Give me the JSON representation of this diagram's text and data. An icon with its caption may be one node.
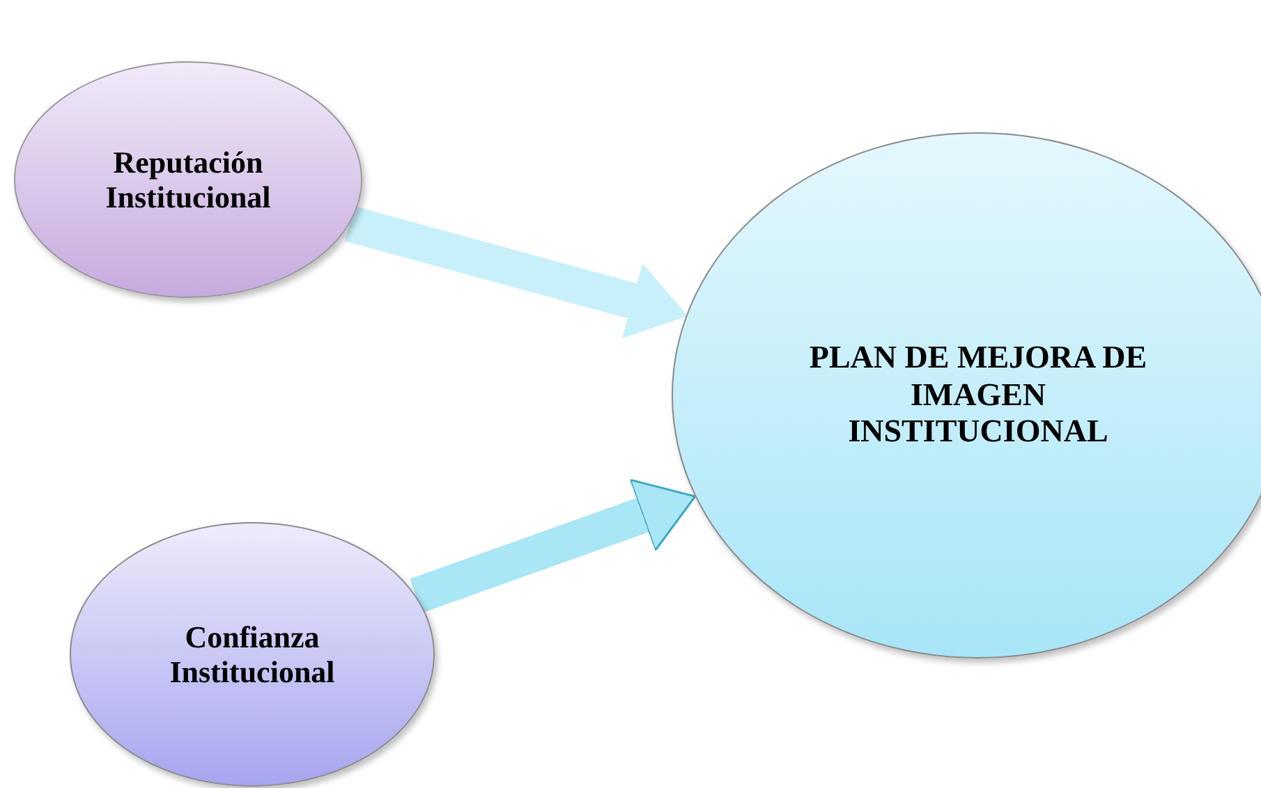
{
  "diagram": {
    "nodes": [
      {
        "text": [
          "Reputación Institucional"
        ]
      },
      {
        "text": [
          "Confianza Institucional"
        ]
      },
      {
        "text": [
          "PLAN DE MEJORA DE IMAGEN INSTITUCIONAL"
        ]
      }
    ],
    "edges": [
      {
        "from": 0,
        "to": 2,
        "arrow": "to"
      },
      {
        "from": 1,
        "to": 2,
        "arrow": "to"
      }
    ]
  }
}
